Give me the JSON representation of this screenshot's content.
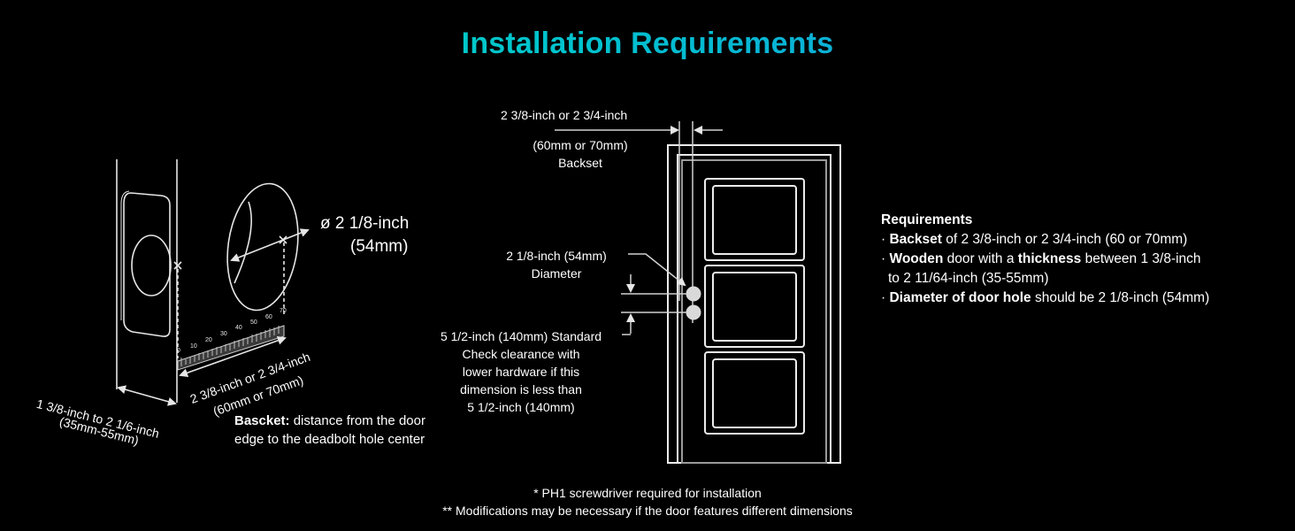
{
  "title": "Installation Requirements",
  "colors": {
    "background": "#000000",
    "title_gradient_start": "#00d9b8",
    "title_gradient_end": "#1e8fe0",
    "line": "#e6e6e6",
    "hole_fill": "#d9d9d9"
  },
  "left_diagram": {
    "hole_diameter_line1": "ø 2 1/8-inch",
    "hole_diameter_line2": "(54mm)",
    "door_thickness_line1": "1 3/8-inch to 2 1/6-inch",
    "door_thickness_line2": "(35mm-55mm)",
    "backset_line1": "2 3/8-inch or 2 3/4-inch",
    "backset_line2": "(60mm or 70mm)",
    "ruler_ticks": [
      "0",
      "10",
      "20",
      "30",
      "40",
      "50",
      "60",
      "70"
    ],
    "definition_term": "Bascket:",
    "definition_line1": "distance from the door",
    "definition_line2": "edge to the deadbolt hole center"
  },
  "door_diagram": {
    "backset_line1": "2 3/8-inch or 2 3/4-inch",
    "backset_line2": "(60mm or 70mm)",
    "backset_line3": "Backset",
    "diameter_line1": "2 1/8-inch (54mm)",
    "diameter_line2": "Diameter",
    "standard_line1": "5 1/2-inch (140mm) Standard",
    "standard_line2": "Check clearance with",
    "standard_line3": "lower hardware if this",
    "standard_line4": "dimension is less than",
    "standard_line5": "5 1/2-inch (140mm)"
  },
  "requirements": {
    "heading": "Requirements",
    "items": [
      {
        "bullet": "· ",
        "bold1": "Backset",
        "text1": " of 2 3/8-inch or 2 3/4-inch (60 or 70mm)"
      },
      {
        "bullet": "· ",
        "bold1": "Wooden",
        "text1": " door with a ",
        "bold2": "thickness",
        "text2": " between 1 3/8-inch",
        "continuation": "to 2 11/64-inch (35-55mm)"
      },
      {
        "bullet": "· ",
        "bold1": "Diameter of door hole",
        "text1": " should be 2 1/8-inch (54mm)"
      }
    ]
  },
  "footnotes": {
    "note1": "* PH1 screwdriver required for installation",
    "note2": "** Modifications may be necessary if the door features different dimensions"
  }
}
